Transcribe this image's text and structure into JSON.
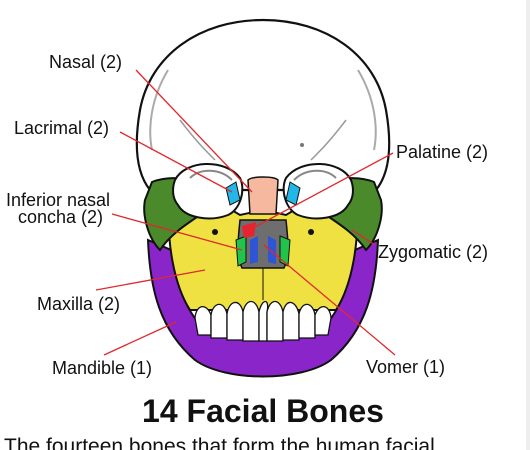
{
  "diagram": {
    "labels": {
      "nasal": "Nasal (2)",
      "lacrimal": "Lacrimal (2)",
      "inferior_nasal_line1": "Inferior nasal",
      "inferior_nasal_line2": "concha (2)",
      "maxilla": "Maxilla (2)",
      "mandible": "Mandible (1)",
      "palatine": "Palatine (2)",
      "zygomatic": "Zygomatic (2)",
      "vomer": "Vomer (1)"
    },
    "colors": {
      "zygomatic": "#4a8a2a",
      "maxilla": "#f0e142",
      "mandible": "#8a26c9",
      "nasal": "#f6b9a0",
      "lacrimal": "#21b8e8",
      "vomer": "#6e6e6e",
      "inferior_concha": "#21c44a",
      "palatine_red": "#e8222e",
      "palatine_blue": "#2f54d6",
      "leader": "#e0282e"
    }
  },
  "title": "14 Facial Bones",
  "caption": "The fourteen bones that form the human facial"
}
